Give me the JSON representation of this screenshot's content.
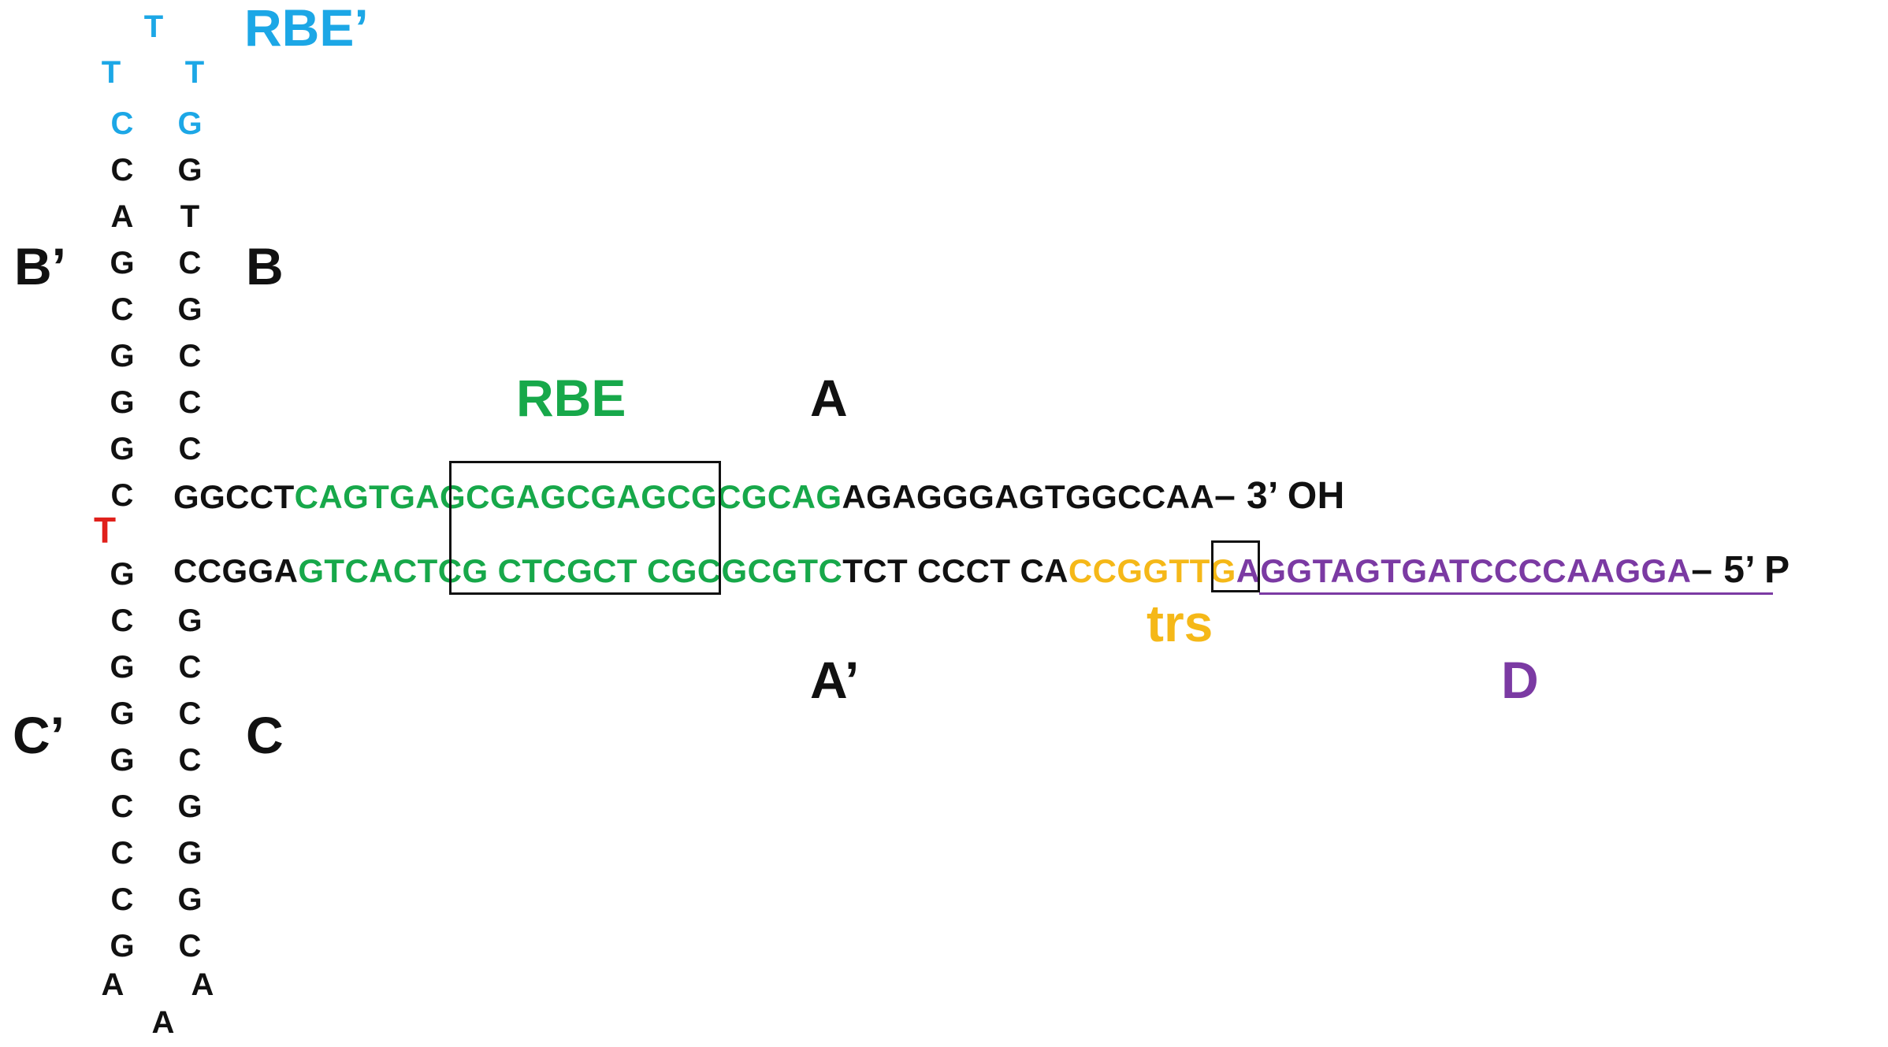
{
  "labels": {
    "rbe_prime": "RBE’",
    "b_prime": "B’",
    "b": "B",
    "rbe": "RBE",
    "a": "A",
    "a_prime": "A’",
    "trs": "trs",
    "d": "D",
    "c_prime": "C’",
    "c": "C"
  },
  "loop_b": {
    "apex": "T",
    "left": "T",
    "right": "T"
  },
  "stem_b": {
    "left": [
      "C",
      "C",
      "A",
      "G",
      "C",
      "G",
      "G",
      "G",
      "C"
    ],
    "right": [
      "G",
      "G",
      "T",
      "C",
      "G",
      "C",
      "C",
      "C"
    ]
  },
  "flip": "T",
  "stem_c": {
    "left": [
      "G",
      "C",
      "G",
      "G",
      "G",
      "C",
      "C",
      "C",
      "G"
    ],
    "right": [
      "G",
      "C",
      "C",
      "C",
      "G",
      "G",
      "G",
      "C"
    ]
  },
  "loop_c": {
    "left": "A",
    "right": "A",
    "apex": "A"
  },
  "top_strand": {
    "seg1": "GGCCT",
    "seg2": "CAGTGAGCGAGCGAGCGCGCAG",
    "seg3": "AGAGGGAGTGGCCAA",
    "end": "– 3’ OH"
  },
  "bottom_strand": {
    "seg1": "CCGGA",
    "seg2": "GTCACTCG CTCGCT CGCGCGTC",
    "seg3": "TCT CCCT CA",
    "seg4": "CCGGTTG",
    "seg5": "AGGTAGTGATCCCCAAGGA",
    "end": "– 5’ P"
  },
  "colors": {
    "rbe": "#17a84a",
    "rbe_prime": "#1ca7e6",
    "trs": "#f5b818",
    "d": "#7b3aa3",
    "flip": "#e0201b"
  }
}
